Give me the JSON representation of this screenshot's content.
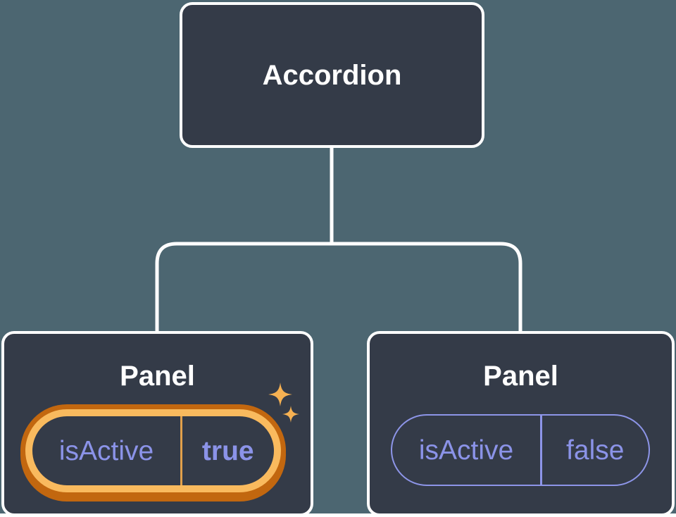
{
  "diagram": {
    "root": {
      "label": "Accordion"
    },
    "panels": [
      {
        "title": "Panel",
        "prop_name": "isActive",
        "prop_value": "true",
        "active": true
      },
      {
        "title": "Panel",
        "prop_name": "isActive",
        "prop_value": "false",
        "active": false
      }
    ]
  },
  "icons": {
    "sparkles": "two four-point stars marking the active panel"
  },
  "colors": {
    "bg_page": "#ffffff",
    "bg_canvas": "#4c6671",
    "node_fill": "#343b48",
    "node_border": "#ffffff",
    "connector": "#ffffff",
    "text_primary": "#ffffff",
    "prop_text": "#8b93e8",
    "prop_border": "#8d95e8",
    "active_ring_outer": "#c2670f",
    "active_ring_inner": "#f9ba5e",
    "active_divider": "#e2a04b",
    "sparkle": "#f6b152"
  }
}
